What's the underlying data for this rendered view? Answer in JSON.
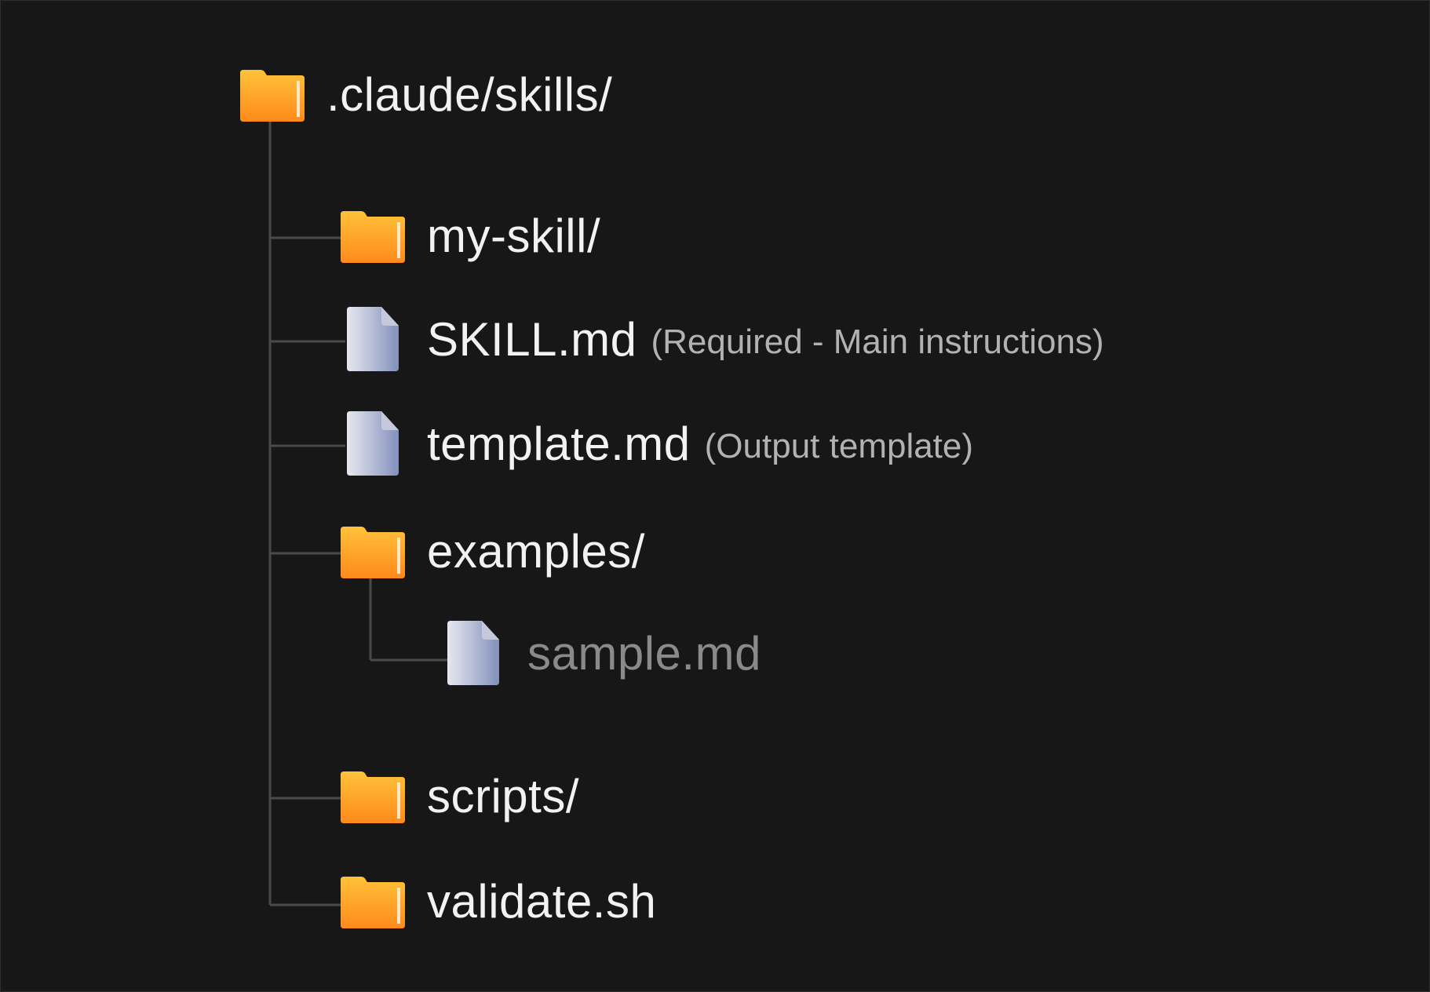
{
  "tree": {
    "root": {
      "name": ".claude/skills/",
      "icon": "folder-icon"
    },
    "items": [
      {
        "name": "my-skill/",
        "icon": "folder-icon",
        "note": ""
      },
      {
        "name": "SKILL.md",
        "icon": "file-icon",
        "note": "(Required - Main instructions)"
      },
      {
        "name": "template.md",
        "icon": "file-icon",
        "note": "(Output template)"
      },
      {
        "name": "examples/",
        "icon": "folder-icon",
        "note": ""
      },
      {
        "name": "sample.md",
        "icon": "file-icon",
        "note": ""
      },
      {
        "name": "scripts/",
        "icon": "folder-icon",
        "note": ""
      },
      {
        "name": "validate.sh",
        "icon": "folder-icon",
        "note": ""
      }
    ]
  },
  "colors": {
    "background": "#171717",
    "connector": "#4a4a4a",
    "folder_top": "#ffc23a",
    "folder_bottom": "#ff8a1c",
    "file_light": "#e6e8ef",
    "file_dark": "#8390bd",
    "text": "#f2f2f2",
    "note": "#b2b2b2",
    "dim_text": "#8a8a8a"
  }
}
